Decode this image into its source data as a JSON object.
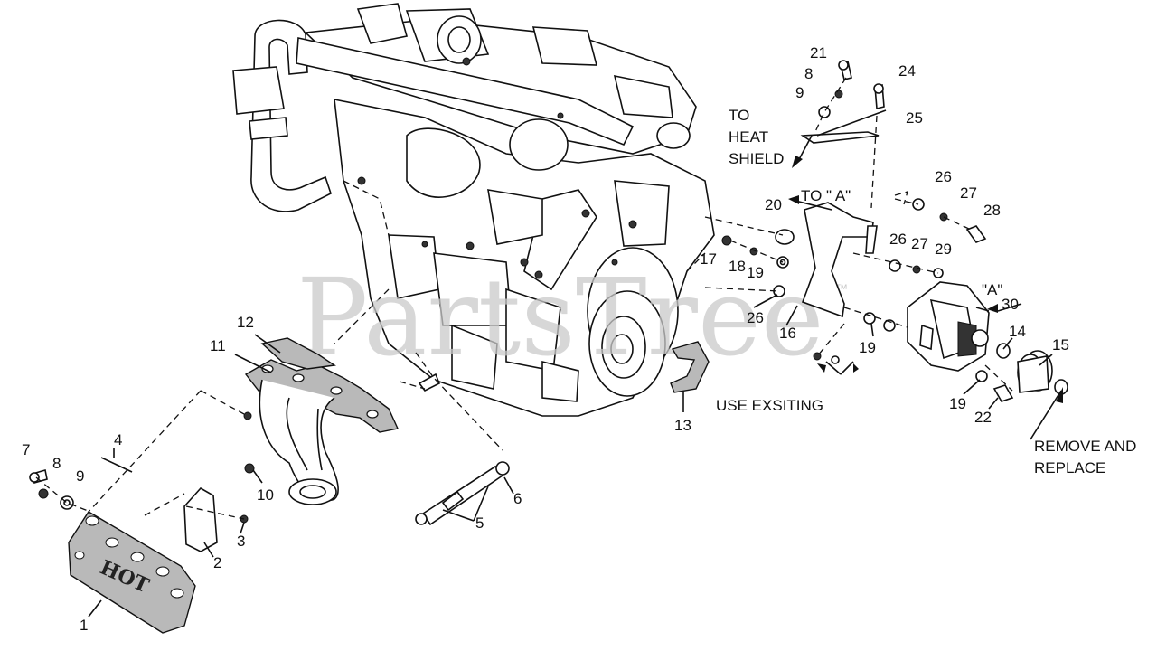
{
  "watermark": {
    "text": "PartsTree",
    "trademark": "™"
  },
  "hot_shield_text": "HOT",
  "notes": {
    "to_heat_shield": [
      "TO",
      "HEAT",
      "SHIELD"
    ],
    "to_a": "TO \" A\"",
    "a": "\"A\"",
    "use_existing": "USE EXSITING",
    "remove_and_replace": [
      "REMOVE AND",
      "REPLACE"
    ]
  },
  "callouts": [
    {
      "id": "c1",
      "text": "1"
    },
    {
      "id": "c2",
      "text": "2"
    },
    {
      "id": "c3",
      "text": "3"
    },
    {
      "id": "c4",
      "text": "4"
    },
    {
      "id": "c5",
      "text": "5"
    },
    {
      "id": "c6",
      "text": "6"
    },
    {
      "id": "c7",
      "text": "7"
    },
    {
      "id": "c8a",
      "text": "8"
    },
    {
      "id": "c9a",
      "text": "9"
    },
    {
      "id": "c10",
      "text": "10"
    },
    {
      "id": "c11",
      "text": "11"
    },
    {
      "id": "c12",
      "text": "12"
    },
    {
      "id": "c13",
      "text": "13"
    },
    {
      "id": "c14",
      "text": "14"
    },
    {
      "id": "c15",
      "text": "15"
    },
    {
      "id": "c16",
      "text": "16"
    },
    {
      "id": "c17",
      "text": "17"
    },
    {
      "id": "c18",
      "text": "18"
    },
    {
      "id": "c19a",
      "text": "19"
    },
    {
      "id": "c19b",
      "text": "19"
    },
    {
      "id": "c19c",
      "text": "19"
    },
    {
      "id": "c20",
      "text": "20"
    },
    {
      "id": "c21",
      "text": "21"
    },
    {
      "id": "c8b",
      "text": "8"
    },
    {
      "id": "c9b",
      "text": "9"
    },
    {
      "id": "c22",
      "text": "22"
    },
    {
      "id": "c24",
      "text": "24"
    },
    {
      "id": "c25",
      "text": "25"
    },
    {
      "id": "c26a",
      "text": "26"
    },
    {
      "id": "c26b",
      "text": "26"
    },
    {
      "id": "c26c",
      "text": "26"
    },
    {
      "id": "c27a",
      "text": "27"
    },
    {
      "id": "c27b",
      "text": "27"
    },
    {
      "id": "c28",
      "text": "28"
    },
    {
      "id": "c29",
      "text": "29"
    },
    {
      "id": "c30",
      "text": "30"
    }
  ]
}
